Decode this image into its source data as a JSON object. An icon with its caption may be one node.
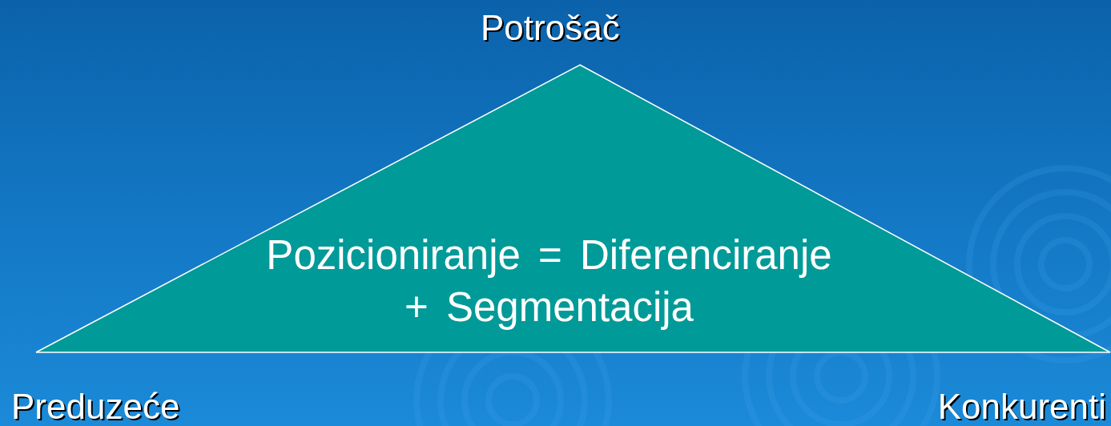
{
  "diagram": {
    "nodes": [
      {
        "text": [
          "Pozicioniranje = Diferenciranje + Segmentacija"
        ]
      }
    ],
    "labels": [
      "Potrošač",
      "Preduzeće",
      "Konkurenti"
    ]
  }
}
